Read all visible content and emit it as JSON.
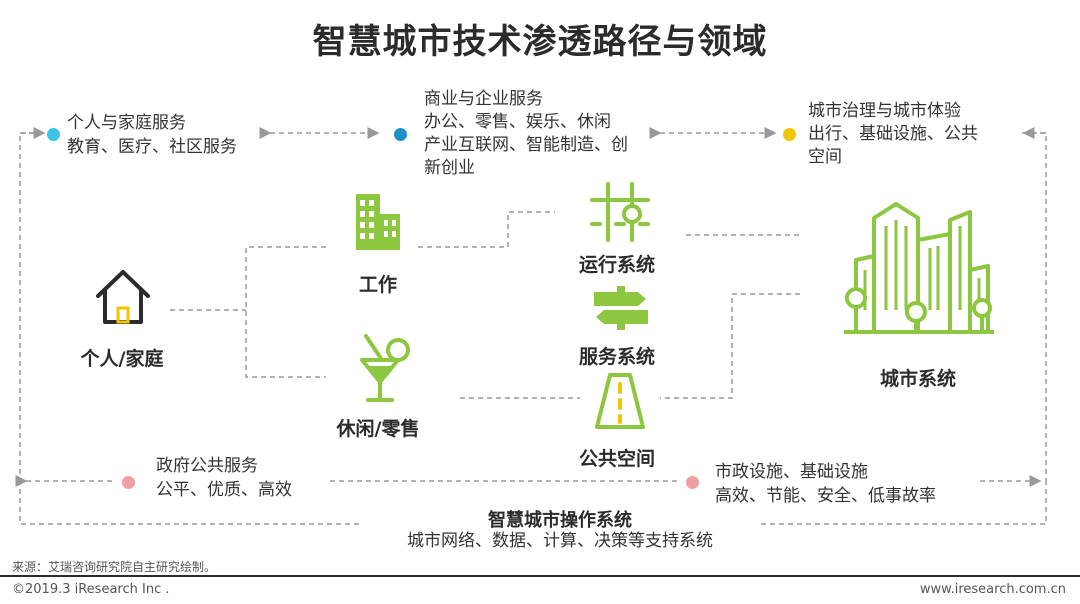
{
  "title": "智慧城市技术渗透路径与领域",
  "top_domains": [
    {
      "heading": "个人与家庭服务",
      "detail": "教育、医疗、社区服务",
      "color": "#3cc4e8"
    },
    {
      "heading": "商业与企业服务",
      "detail_lines": [
        "办公、零售、娱乐、休闲",
        "产业互联网、智能制造、创",
        "新创业"
      ],
      "color": "#1e90c8"
    },
    {
      "heading": "城市治理与城市体验",
      "detail_lines": [
        "出行、基础设施、公共",
        "空间"
      ],
      "color": "#f2c500"
    }
  ],
  "nodes": {
    "home": "个人/家庭",
    "work": "工作",
    "leisure": "休闲/零售",
    "ops": "运行系统",
    "service": "服务系统",
    "public_space": "公共空间",
    "city": "城市系统"
  },
  "bottom_domains": [
    {
      "heading": "政府公共服务",
      "detail": "公平、优质、高效",
      "color": "#f0a0a0"
    },
    {
      "heading": "市政设施、基础设施",
      "detail": "高效、节能、安全、低事故率",
      "color": "#f0a0a0"
    }
  ],
  "os": {
    "heading": "智慧城市操作系统",
    "detail": "城市网络、数据、计算、决策等支持系统"
  },
  "footer": {
    "source": "来源：艾瑞咨询研究院自主研究绘制。",
    "copyright": "©2019.3 iResearch Inc .",
    "website": "www.iresearch.com.cn"
  },
  "colors": {
    "icon_green": "#8dc63f",
    "icon_dark": "#2b2b2b",
    "dash": "#999999"
  }
}
